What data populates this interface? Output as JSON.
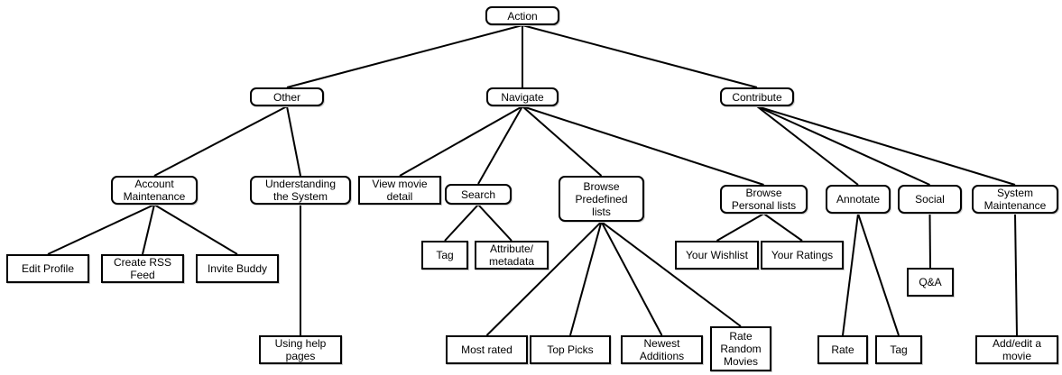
{
  "nodes": {
    "action": "Action",
    "other": "Other",
    "navigate": "Navigate",
    "contribute": "Contribute",
    "account_maintenance": "Account\nMaintenance",
    "understanding_the_system": "Understanding\nthe System",
    "edit_profile": "Edit Profile",
    "create_rss_feed": "Create RSS\nFeed",
    "invite_buddy": "Invite Buddy",
    "using_help_pages": "Using help\npages",
    "view_movie_detail": "View movie\ndetail",
    "search": "Search",
    "search_tag": "Tag",
    "attribute_metadata": "Attribute/\nmetadata",
    "browse_predefined_lists": "Browse\nPredefined\nlists",
    "most_rated": "Most rated",
    "top_picks": "Top Picks",
    "newest_additions": "Newest\nAdditions",
    "rate_random_movies": "Rate\nRandom\nMovies",
    "browse_personal_lists": "Browse\nPersonal lists",
    "your_wishlist": "Your Wishlist",
    "your_ratings": "Your Ratings",
    "annotate": "Annotate",
    "rate": "Rate",
    "annotate_tag": "Tag",
    "social": "Social",
    "qa": "Q&A",
    "system_maintenance": "System\nMaintenance",
    "add_edit_a_movie": "Add/edit a\nmovie"
  },
  "edges": [
    [
      "action",
      "other"
    ],
    [
      "action",
      "navigate"
    ],
    [
      "action",
      "contribute"
    ],
    [
      "other",
      "account_maintenance"
    ],
    [
      "other",
      "understanding_the_system"
    ],
    [
      "account_maintenance",
      "edit_profile"
    ],
    [
      "account_maintenance",
      "create_rss_feed"
    ],
    [
      "account_maintenance",
      "invite_buddy"
    ],
    [
      "understanding_the_system",
      "using_help_pages"
    ],
    [
      "navigate",
      "view_movie_detail"
    ],
    [
      "navigate",
      "search"
    ],
    [
      "navigate",
      "browse_predefined_lists"
    ],
    [
      "navigate",
      "browse_personal_lists"
    ],
    [
      "search",
      "search_tag"
    ],
    [
      "search",
      "attribute_metadata"
    ],
    [
      "browse_predefined_lists",
      "most_rated"
    ],
    [
      "browse_predefined_lists",
      "top_picks"
    ],
    [
      "browse_predefined_lists",
      "newest_additions"
    ],
    [
      "browse_predefined_lists",
      "rate_random_movies"
    ],
    [
      "browse_personal_lists",
      "your_wishlist"
    ],
    [
      "browse_personal_lists",
      "your_ratings"
    ],
    [
      "contribute",
      "annotate"
    ],
    [
      "contribute",
      "social"
    ],
    [
      "contribute",
      "system_maintenance"
    ],
    [
      "annotate",
      "rate"
    ],
    [
      "annotate",
      "annotate_tag"
    ],
    [
      "social",
      "qa"
    ],
    [
      "system_maintenance",
      "add_edit_a_movie"
    ]
  ]
}
